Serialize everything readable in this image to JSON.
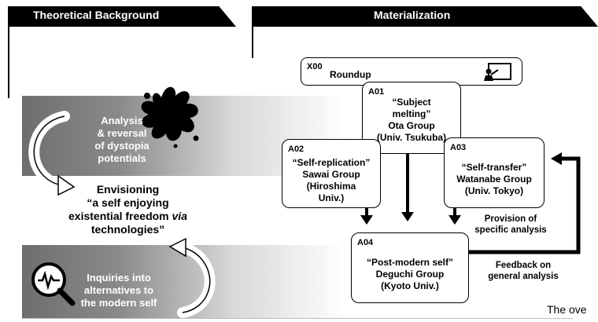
{
  "headers": {
    "left": "Theoretical Background",
    "right": "Materialization"
  },
  "left_panel": {
    "top_band": [
      "Analysis",
      "& reversal",
      "of dystopia",
      "potentials"
    ],
    "center": {
      "line1": "Envisioning",
      "line2": "“a self enjoying",
      "line3_prefix": "existential freedom ",
      "line3_italic": "via",
      "line4": "technologies”"
    },
    "bottom_band": [
      "Inquiries into",
      "alternatives to",
      "the modern self"
    ]
  },
  "boxes": {
    "x00": {
      "code": "X00",
      "title": "Roundup"
    },
    "a01": {
      "code": "A01",
      "lines": [
        "“Subject",
        "melting”",
        "Ota Group",
        "(Univ. Tsukuba)"
      ]
    },
    "a02": {
      "code": "A02",
      "lines": [
        "“Self-replication”",
        "Sawai Group",
        "(Hiroshima",
        "Univ.)"
      ]
    },
    "a03": {
      "code": "A03",
      "lines": [
        "“Self-transfer”",
        "Watanabe Group",
        "(Univ. Tokyo)"
      ]
    },
    "a04": {
      "code": "A04",
      "lines": [
        "“Post-modern self”",
        "Deguchi Group",
        "(Kyoto Univ.)"
      ]
    }
  },
  "annotations": {
    "provision": [
      "Provision of",
      "specific analysis"
    ],
    "feedback": [
      "Feedback on",
      "general analysis"
    ]
  },
  "caption_fragment": "The ove",
  "icons": [
    "splat-icon",
    "cycle-arrow-icon",
    "magnifier-wave-icon",
    "presentation-icon",
    "arrow-down-icon"
  ],
  "colors": {
    "header": "#000000",
    "band_dark": "#6e6e6e",
    "accent": "#000000"
  }
}
